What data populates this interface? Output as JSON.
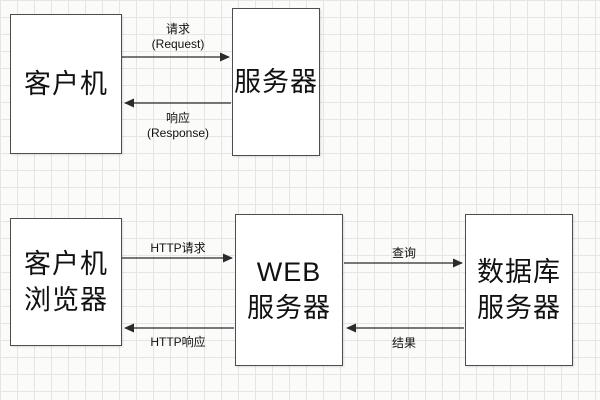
{
  "top": {
    "client_label": "客户机",
    "server_label": "服务器",
    "request_cn": "请求",
    "request_en": "(Request)",
    "response_cn": "响应",
    "response_en": "(Response)"
  },
  "bottom": {
    "browser_line1": "客户机",
    "browser_line2": "浏览器",
    "web_line1": "WEB",
    "web_line2": "服务器",
    "db_line1": "数据库",
    "db_line2": "服务器",
    "http_request": "HTTP请求",
    "http_response": "HTTP响应",
    "query": "查询",
    "result": "结果"
  },
  "colors": {
    "arrow": "#2b2b2b",
    "box_border": "#4d4d4d",
    "grid": "#e5e5e3"
  }
}
